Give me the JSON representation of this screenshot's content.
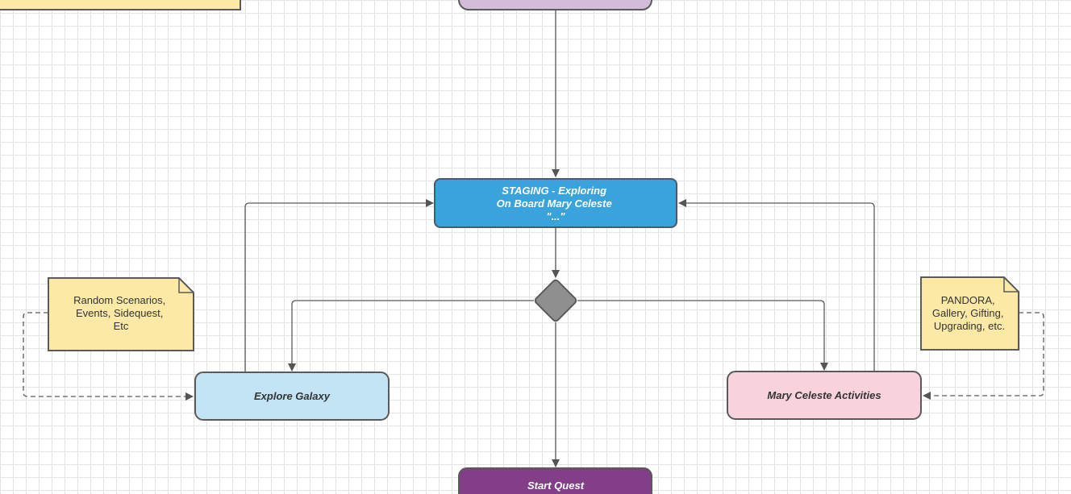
{
  "colors": {
    "staging_fill": "#3aa3dc",
    "explore_fill": "#c3e4f5",
    "activities_fill": "#f8d3dd",
    "start_fill": "#823f88",
    "top_node_fill": "#d3bcd9",
    "note_fill": "#fde9a6",
    "decision_fill": "#8f8f8f",
    "stroke": "#5a5a5a"
  },
  "nodes": {
    "staging": {
      "line1": "STAGING - Exploring",
      "line2": "On Board Mary Celeste",
      "line3": "\"...\""
    },
    "explore_galaxy": {
      "label": "Explore Galaxy"
    },
    "mary_celeste_activities": {
      "label": "Mary Celeste Activities"
    },
    "start_quest": {
      "label": "Start Quest"
    }
  },
  "notes": {
    "left": {
      "line1": "Random Scenarios,",
      "line2": "Events, Sidequest,",
      "line3": "Etc"
    },
    "right": {
      "line1": "PANDORA,",
      "line2": "Gallery, Gifting,",
      "line3": "Upgrading, etc."
    }
  }
}
